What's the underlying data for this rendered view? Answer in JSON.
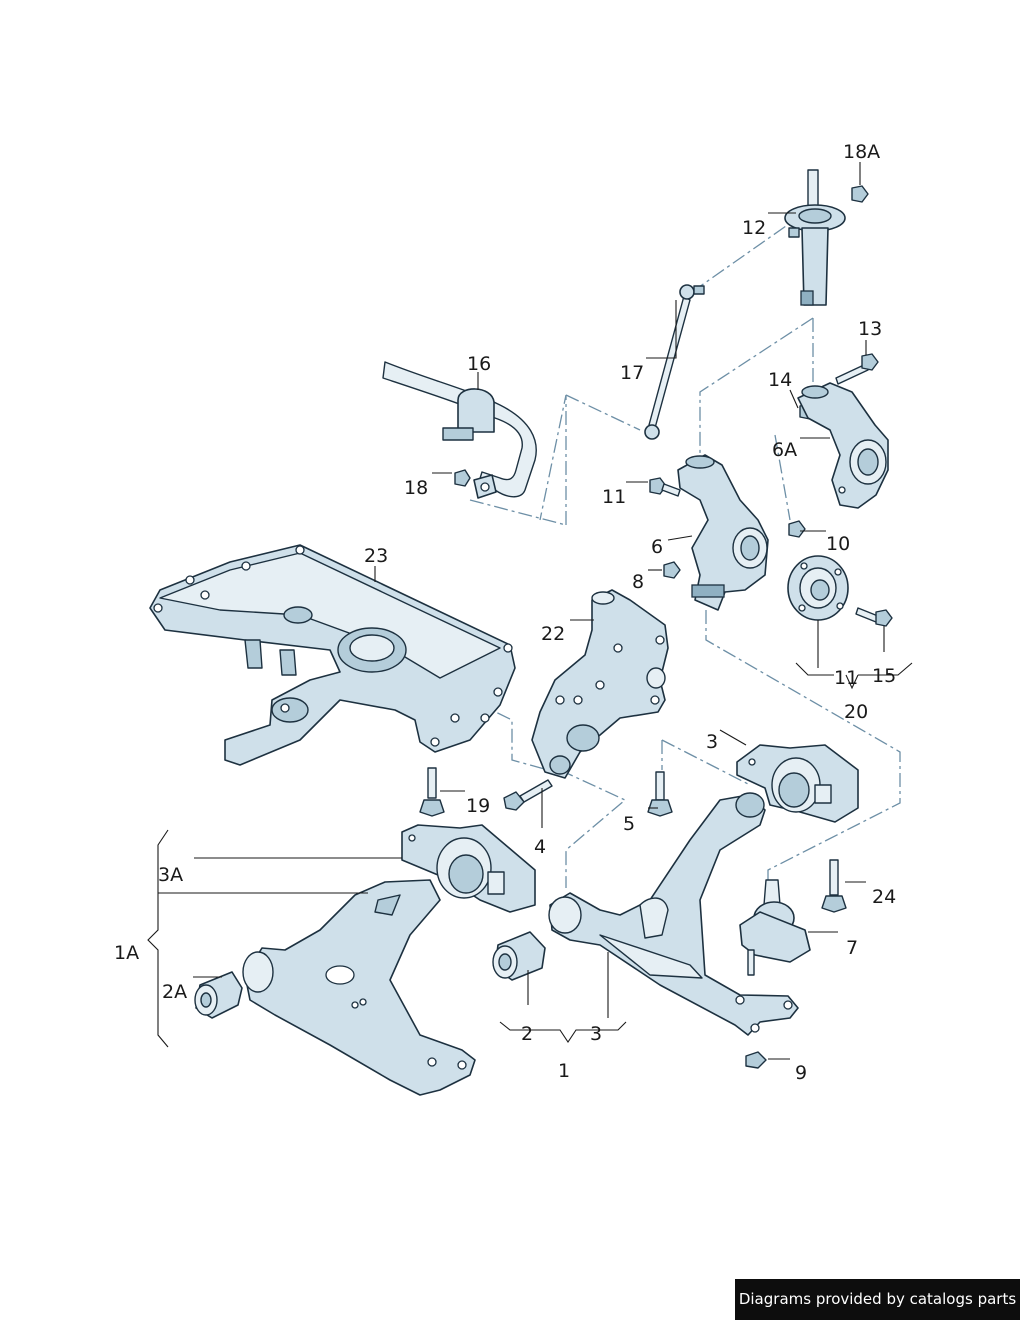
{
  "callouts": {
    "c18A": "18A",
    "c12": "12",
    "c13": "13",
    "c16": "16",
    "c17": "17",
    "c14": "14",
    "c6A": "6A",
    "c18": "18",
    "c11a": "11",
    "c10": "10",
    "c6": "6",
    "c23": "23",
    "c8": "8",
    "c22": "22",
    "c11b": "11",
    "c15": "15",
    "c20": "20",
    "c3a": "3",
    "c19": "19",
    "c5": "5",
    "c4": "4",
    "c3A": "3A",
    "c24": "24",
    "c1A": "1A",
    "c7": "7",
    "c2A": "2A",
    "c2": "2",
    "c3b": "3",
    "c1": "1",
    "c9": "9"
  },
  "footer": {
    "text": "Diagrams provided by catalogs parts"
  }
}
